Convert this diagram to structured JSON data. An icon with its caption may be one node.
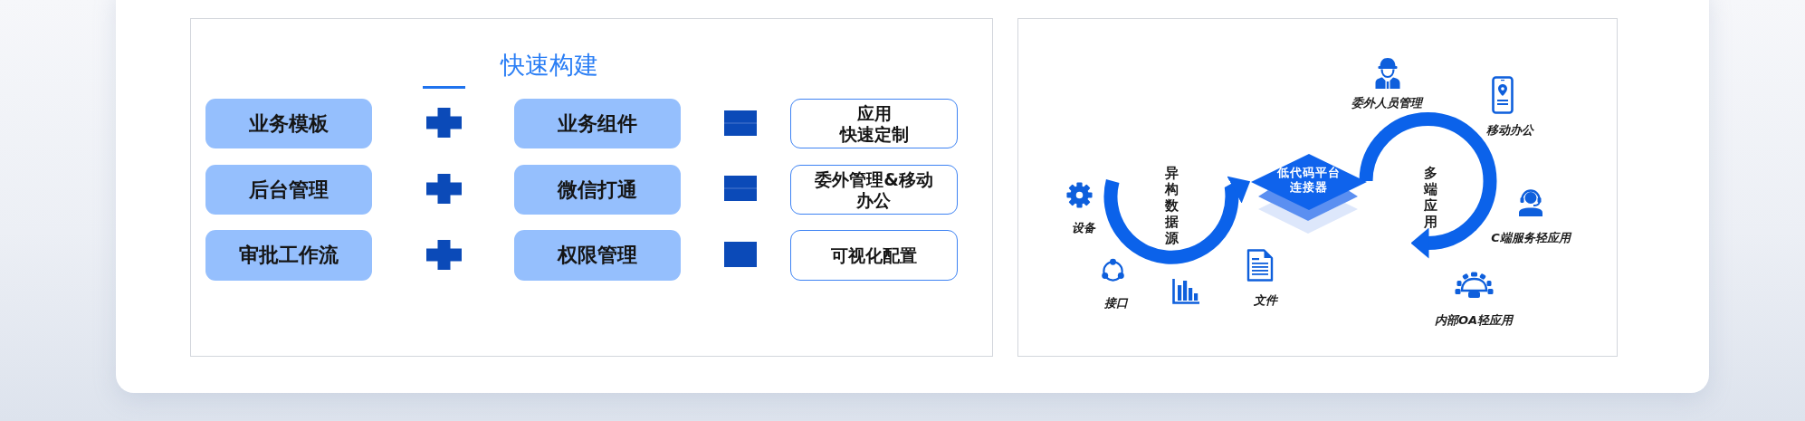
{
  "diagram": {
    "nodes": [
      {
        "text": [
          "快速构建"
        ]
      },
      {
        "text": [
          "业务模板"
        ],
        "in": 0
      },
      {
        "text": [
          "业务组件"
        ],
        "in": 0
      },
      {
        "text": [
          "应用快速定制"
        ],
        "in": 0
      },
      {
        "text": [
          "后台管理"
        ],
        "in": 0
      },
      {
        "text": [
          "微信打通"
        ],
        "in": 0
      },
      {
        "text": [
          "委外管理&移动办公"
        ],
        "in": 0
      },
      {
        "text": [
          "审批工作流"
        ],
        "in": 0
      },
      {
        "text": [
          "权限管理"
        ],
        "in": 0
      },
      {
        "text": [
          "可视化配置"
        ],
        "in": 0
      },
      {
        "text": [],
        "shape": "box"
      },
      {
        "text": [
          "低代码平台连接器"
        ],
        "in": 10
      }
    ],
    "edges": [
      {
        "from": null,
        "to": 11,
        "arrow": "to",
        "label": "异构数据源"
      },
      {
        "from": 11,
        "to": null,
        "arrow": "to",
        "label": "多端应用"
      }
    ],
    "labels": [
      "设备",
      "接口",
      "文件",
      "委外人员管理",
      "移动办公",
      "C端服务轻应用",
      "内部OA轻应用"
    ]
  }
}
